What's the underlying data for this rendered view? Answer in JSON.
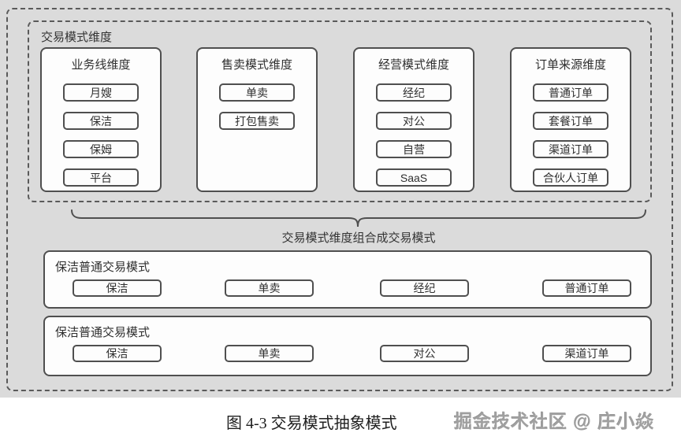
{
  "colors": {
    "canvas_bg": "#dbdbdb",
    "box_bg": "#fdfdfd",
    "border": "#4f4f4f",
    "text": "#2f2f2f",
    "watermark": "#a0a0a0"
  },
  "dimensions_panel": {
    "label": "交易模式维度",
    "columns": [
      {
        "title": "业务线维度",
        "items": [
          "月嫂",
          "保洁",
          "保姆",
          "平台"
        ]
      },
      {
        "title": "售卖模式维度",
        "items": [
          "单卖",
          "打包售卖"
        ]
      },
      {
        "title": "经营模式维度",
        "items": [
          "经纪",
          "对公",
          "自营",
          "SaaS"
        ]
      },
      {
        "title": "订单来源维度",
        "items": [
          "普通订单",
          "套餐订单",
          "渠道订单",
          "合伙人订单"
        ]
      }
    ]
  },
  "combine_label": "交易模式维度组合成交易模式",
  "mode_rows": [
    {
      "title": "保洁普通交易模式",
      "items": [
        "保洁",
        "单卖",
        "经纪",
        "普通订单"
      ]
    },
    {
      "title": "保洁普通交易模式",
      "items": [
        "保洁",
        "单卖",
        "对公",
        "渠道订单"
      ]
    }
  ],
  "caption": "图 4-3 交易模式抽象模式",
  "watermark": "掘金技术社区 @ 庄小焱"
}
